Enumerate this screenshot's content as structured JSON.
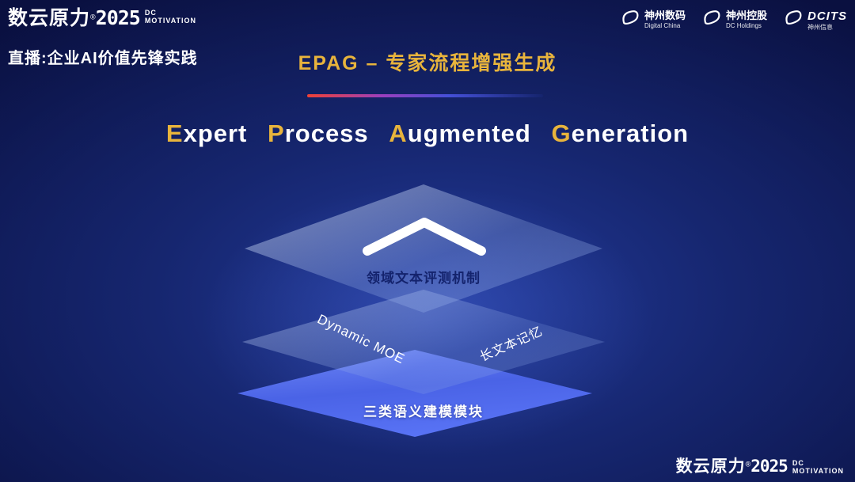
{
  "theme": {
    "bg": "#0b1348",
    "gold": "#e8b43c",
    "layer_blue": "#4a63e6",
    "divider_red": "#ef4136"
  },
  "header": {
    "brand": {
      "name": "数云原力",
      "reg": "®",
      "year": "2025",
      "tag_top": "DC",
      "tag_bottom": "MOTIVATION"
    },
    "live_label": "直播:企业AI价值先锋实践",
    "title": "EPAG – 专家流程增强生成",
    "logos": [
      {
        "icon": "dc-swoosh-icon",
        "name": "神州数码",
        "sub": "Digital China"
      },
      {
        "icon": "dc-swoosh-icon",
        "name": "神州控股",
        "sub": "DC Holdings"
      },
      {
        "icon": "dc-swoosh-icon",
        "name": "DCITS",
        "sub": "神州信息"
      }
    ]
  },
  "main": {
    "heading": [
      {
        "lead": "E",
        "rest": "xpert"
      },
      {
        "lead": "P",
        "rest": "rocess"
      },
      {
        "lead": "A",
        "rest": "ugmented"
      },
      {
        "lead": "G",
        "rest": "eneration"
      }
    ],
    "layers": {
      "top_label": "领域文本评测机制",
      "middle_left_label": "Dynamic  MOE",
      "middle_right_label": "长文本记忆",
      "bottom_label": "三类语义建模模块"
    }
  },
  "footer": {
    "brand": {
      "name": "数云原力",
      "reg": "®",
      "year": "2025",
      "tag_top": "DC",
      "tag_bottom": "MOTIVATION"
    }
  }
}
